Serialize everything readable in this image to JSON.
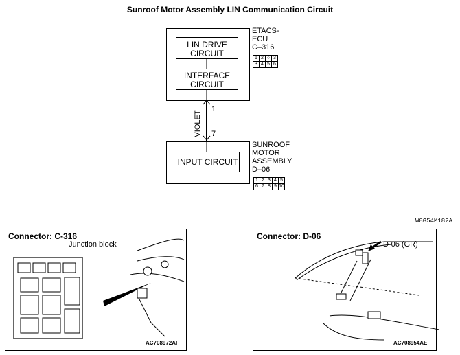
{
  "title": "Sunroof Motor Assembly LIN Communication Circuit",
  "etacs": {
    "label_line1": "ETACS-",
    "label_line2": "ECU",
    "connector": "C–316",
    "block1_line1": "LIN DRIVE",
    "block1_line2": "CIRCUIT",
    "block2_line1": "INTERFACE",
    "block2_line2": "CIRCUIT",
    "pins_top": [
      "1",
      "2",
      "",
      "3"
    ],
    "pins_bottom": [
      "3",
      "4",
      "5",
      "6"
    ]
  },
  "wire": {
    "color": "VIOLET",
    "pin_top": "1",
    "pin_bottom": "7"
  },
  "sunroof": {
    "label_line1": "SUNROOF",
    "label_line2": "MOTOR",
    "label_line3": "ASSEMBLY",
    "connector": "D–06",
    "block_label": "INPUT CIRCUIT",
    "pins_top": [
      "1",
      "2",
      "3",
      "4",
      "5"
    ],
    "pins_bottom": [
      "6",
      "7",
      "8",
      "9",
      "10"
    ]
  },
  "diagram_ref": "W8G54M182A",
  "panel_left": {
    "title": "Connector: C-316",
    "label": "Junction block",
    "code": "AC708972AI"
  },
  "panel_right": {
    "title": "Connector: D-06",
    "label": "D-06 (GR)",
    "code": "AC708954AE"
  }
}
